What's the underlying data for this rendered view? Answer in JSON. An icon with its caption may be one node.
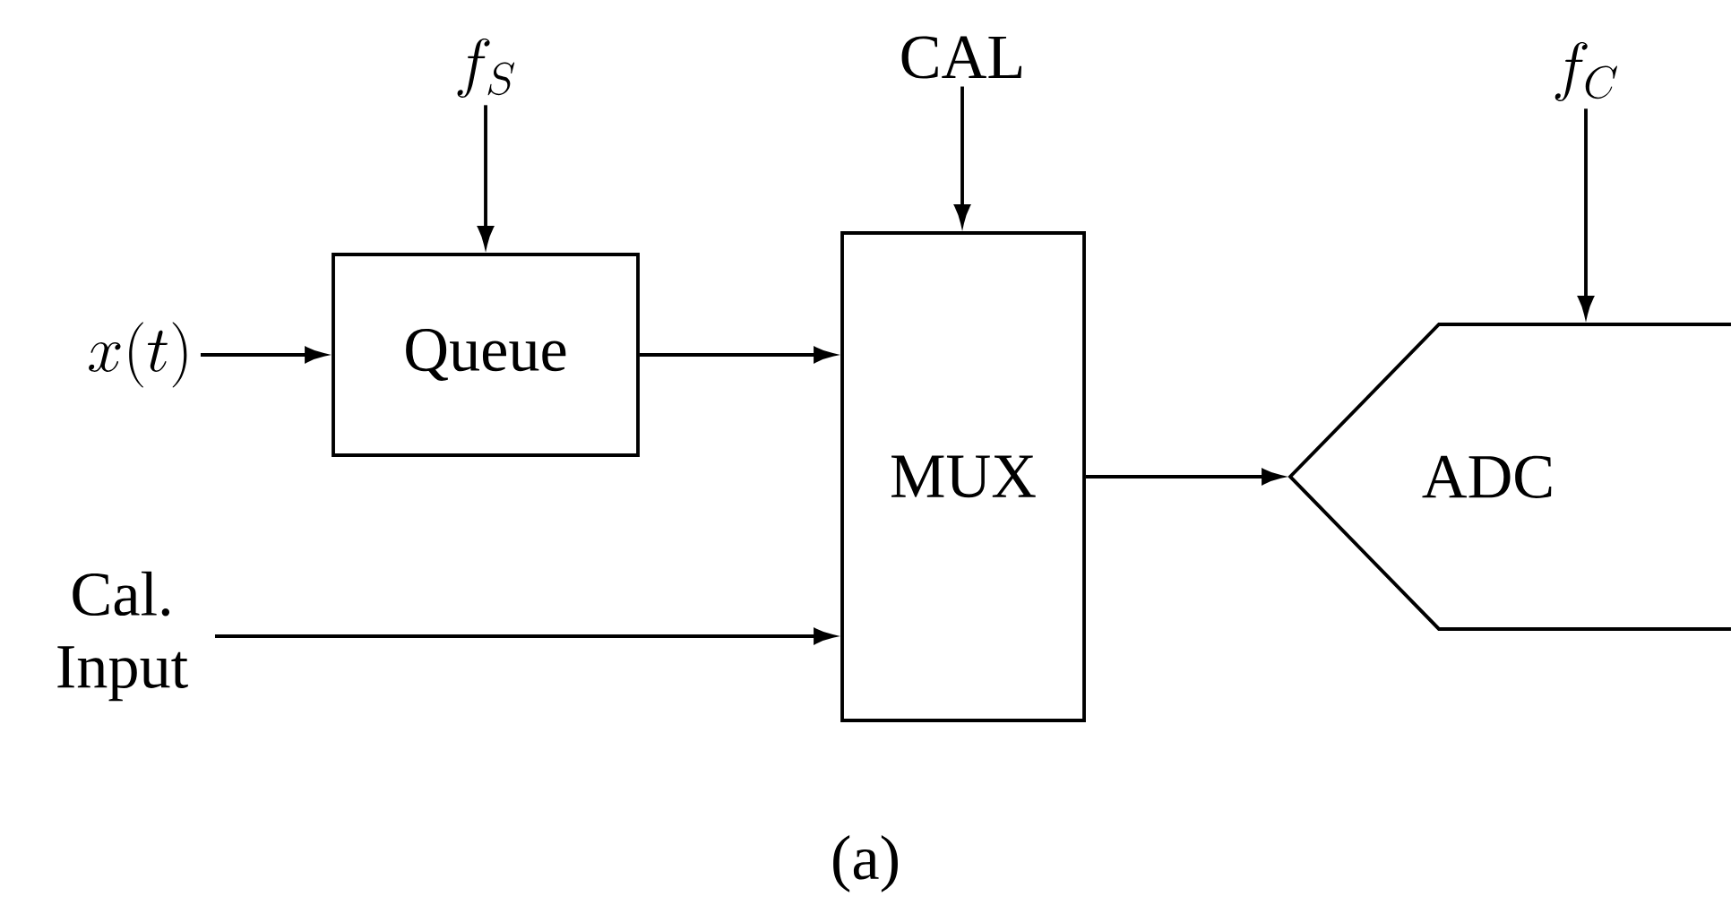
{
  "diagram": {
    "caption": "(a)",
    "nodes": [
      {
        "text": [
          "x(t)"
        ]
      },
      {
        "text": [
          "Queue"
        ]
      },
      {
        "text": [
          "f_S"
        ]
      },
      {
        "text": [
          "CAL"
        ]
      },
      {
        "text": [
          "MUX"
        ]
      },
      {
        "text": [
          "f_C"
        ]
      },
      {
        "text": [
          "ADC"
        ]
      },
      {
        "text": [
          "Cal. Input"
        ]
      }
    ],
    "edges": [
      {
        "from": 0,
        "to": 1,
        "arrow": "to"
      },
      {
        "from": 2,
        "to": 1,
        "arrow": "to"
      },
      {
        "from": 1,
        "to": 4,
        "arrow": "to"
      },
      {
        "from": 3,
        "to": 4,
        "arrow": "to"
      },
      {
        "from": 7,
        "to": 4,
        "arrow": "to"
      },
      {
        "from": 4,
        "to": 6,
        "arrow": "to"
      },
      {
        "from": 5,
        "to": 6,
        "arrow": "to"
      }
    ]
  }
}
